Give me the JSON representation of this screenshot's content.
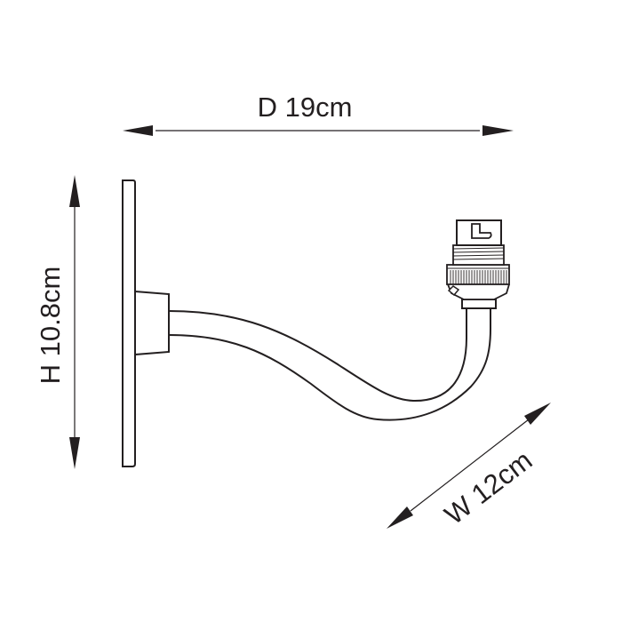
{
  "diagram": {
    "subject": "wall light bracket with S-curved arm and lamp holder",
    "colors": {
      "stroke": "#231f20",
      "background": "#ffffff"
    },
    "dimensions": {
      "depth": {
        "label": "D 19cm",
        "letter": "D",
        "value": "19",
        "unit": "cm"
      },
      "height": {
        "label": "H 10.8cm",
        "letter": "H",
        "value": "10.8",
        "unit": "cm"
      },
      "width": {
        "label": "W 12cm",
        "letter": "W",
        "value": "12",
        "unit": "cm"
      }
    },
    "parts": [
      "backplate",
      "mount-block",
      "curved-arm",
      "lamp-holder-socket"
    ]
  }
}
